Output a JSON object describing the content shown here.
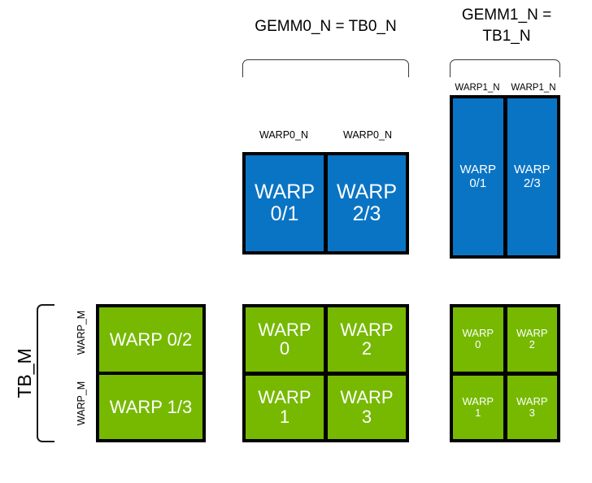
{
  "diagram": {
    "title_gemm0": "GEMM0_N = TB0_N",
    "title_gemm1": "GEMM1_N =\nTB1_N",
    "tb_m_label": "TB_M",
    "warp_m_label_top": "WARP_M",
    "warp_m_label_bottom": "WARP_M",
    "blue_color": "#0a74c4",
    "green_color": "#76b900",
    "outline_color": "#000000"
  },
  "gemm0_blue": {
    "col_labels": [
      "WARP0_N",
      "WARP0_N"
    ],
    "cells": [
      "WARP\n0/1",
      "WARP\n2/3"
    ]
  },
  "gemm1_blue": {
    "col_labels": [
      "WARP1_N",
      "WARP1_N"
    ],
    "cells": [
      "WARP\n0/1",
      "WARP\n2/3"
    ]
  },
  "left_green": {
    "cells": [
      "WARP 0/2",
      "WARP 1/3"
    ]
  },
  "middle_green": {
    "cells": [
      "WARP\n0",
      "WARP\n2",
      "WARP\n1",
      "WARP\n3"
    ]
  },
  "right_green": {
    "cells": [
      "WARP\n0",
      "WARP\n2",
      "WARP\n1",
      "WARP\n3"
    ]
  }
}
